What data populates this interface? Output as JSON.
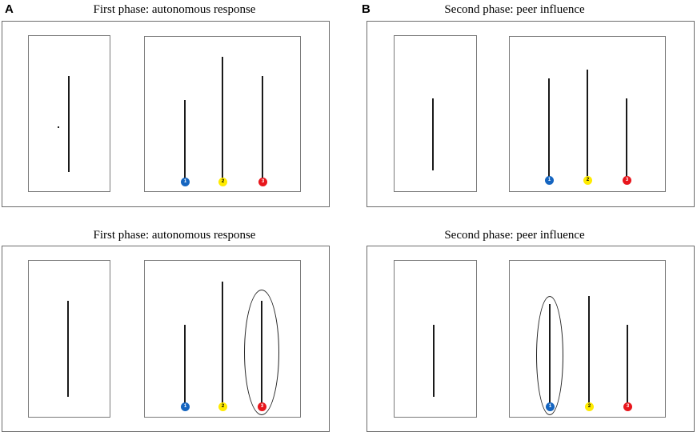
{
  "panels": {
    "A": {
      "letter": "A",
      "title_top": "First phase: autonomous response",
      "title_bottom": "First phase: autonomous response"
    },
    "B": {
      "letter": "B",
      "title_top": "Second phase: peer influence",
      "title_bottom": "Second phase: peer influence"
    }
  },
  "markers": [
    {
      "label": "1",
      "color": "#1565c0",
      "text_color": "#ffffff"
    },
    {
      "label": "2",
      "color": "#ffeb00",
      "text_color": "#000000"
    },
    {
      "label": "3",
      "color": "#e8161c",
      "text_color": "#ffffff"
    }
  ],
  "colors": {
    "line": "#1a1a1a",
    "frame": "#6b6b6b"
  }
}
